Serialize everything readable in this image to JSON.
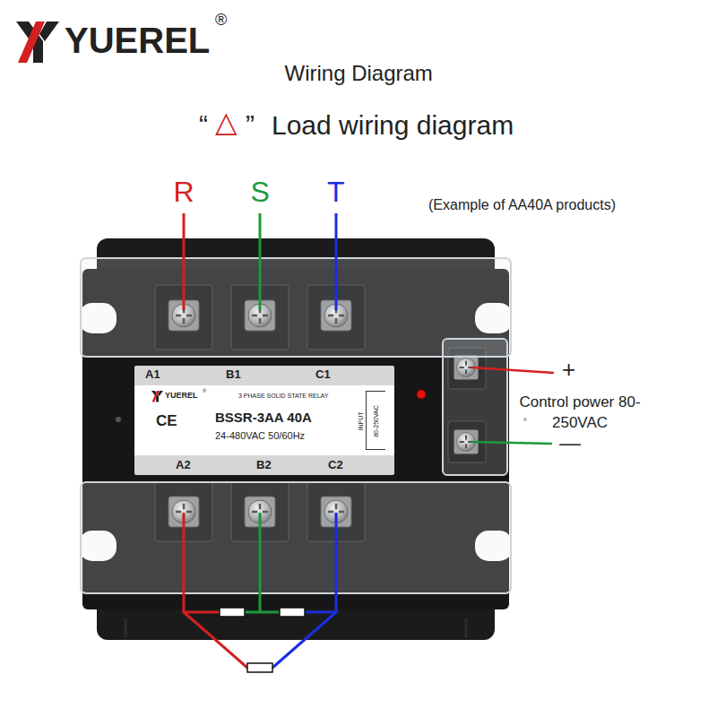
{
  "diagram": {
    "title": "Wiring Diagram",
    "nodes": [
      {
        "text": [
          "A1",
          "B1",
          "C1",
          "YUEREL",
          "®",
          "3 PHASE SOLID STATE RELAY",
          "CE",
          "BSSR-3AA 40A",
          "24-480VAC 50/60Hz",
          "A2",
          "B2",
          "C2"
        ]
      },
      {
        "text": [
          "INPUT",
          "80-250VAC"
        ],
        "in": 0
      }
    ],
    "labels": [
      "YUEREL",
      "®",
      "“",
      "△",
      "”",
      "Load wiring diagram",
      "R",
      "S",
      "T",
      "(Example of AA40A products)",
      "+",
      "Control power 80-250VAC",
      "—"
    ]
  }
}
